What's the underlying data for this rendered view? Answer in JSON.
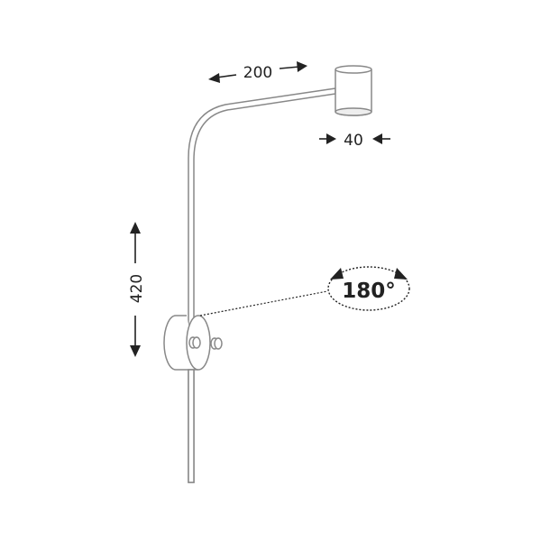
{
  "dimensions": {
    "arm_length": "200",
    "head_diameter": "40",
    "height": "420",
    "rotation": "180°"
  }
}
